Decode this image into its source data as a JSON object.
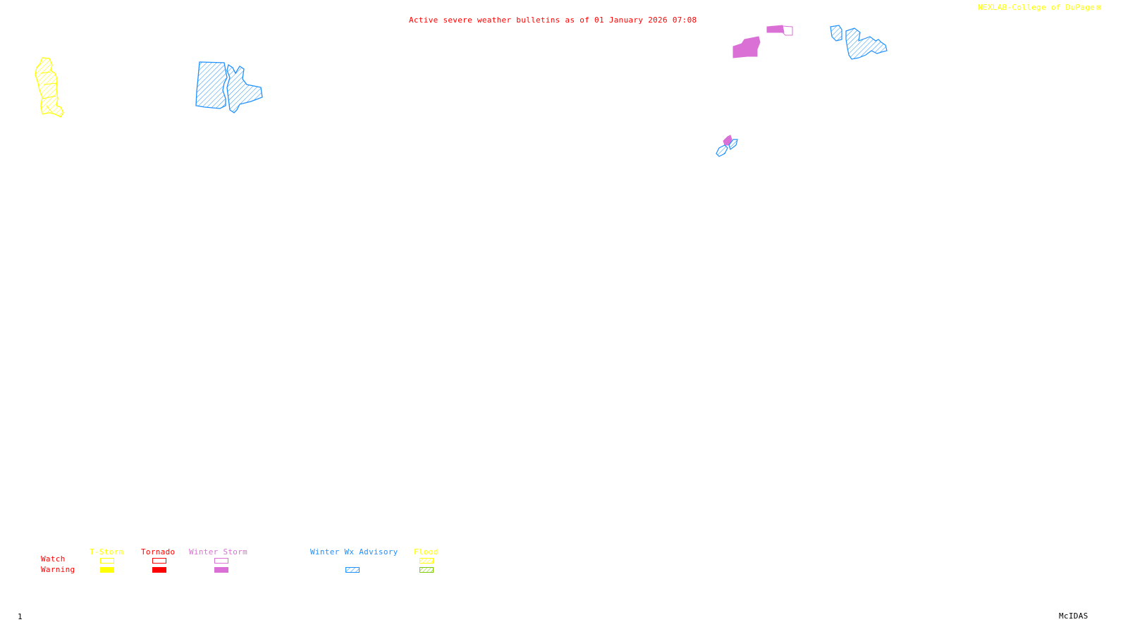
{
  "header": {
    "title": "Active severe weather bulletins as of 01 January 2026 07:08",
    "credit": "NEXLAB-College of DuPage",
    "credit_icon": "nexlab-logo-icon"
  },
  "colors": {
    "tstorm": "#ffff00",
    "tornado": "#ff0000",
    "winter_storm": "#da70d6",
    "winter_wx_advisory": "#1e90ff",
    "flood_watch": "#ffff00",
    "flood_warning": "#7ccd00",
    "title": "#ff0000",
    "footer": "#000000"
  },
  "legend": {
    "row_labels": {
      "watch": "Watch",
      "warning": "Warning"
    },
    "categories": [
      {
        "key": "tstorm",
        "label": "T-Storm",
        "watch_style": "outline",
        "warning_style": "filled"
      },
      {
        "key": "tornado",
        "label": "Tornado",
        "watch_style": "outline",
        "warning_style": "filled"
      },
      {
        "key": "winter_storm",
        "label": "Winter Storm",
        "watch_style": "outline",
        "warning_style": "filled"
      },
      {
        "key": "winter_wx_advisory",
        "label": "Winter Wx Advisory",
        "watch_style": "none",
        "warning_style": "hatched"
      },
      {
        "key": "flood",
        "label": "Flood",
        "watch_style": "hatched",
        "warning_style": "hatched"
      }
    ]
  },
  "alerts": [
    {
      "type": "tstorm",
      "kind": "watch",
      "region": "far-west"
    },
    {
      "type": "winter_wx_advisory",
      "kind": "advisory",
      "region": "west"
    },
    {
      "type": "winter_storm",
      "kind": "warning",
      "region": "northeast"
    },
    {
      "type": "winter_storm",
      "kind": "watch",
      "region": "northeast"
    },
    {
      "type": "winter_wx_advisory",
      "kind": "advisory",
      "region": "new-england"
    },
    {
      "type": "winter_storm",
      "kind": "warning",
      "region": "mid-atlantic"
    },
    {
      "type": "winter_wx_advisory",
      "kind": "advisory",
      "region": "mid-atlantic"
    }
  ],
  "footer": {
    "frame_number": "1",
    "software": "McIDAS"
  }
}
